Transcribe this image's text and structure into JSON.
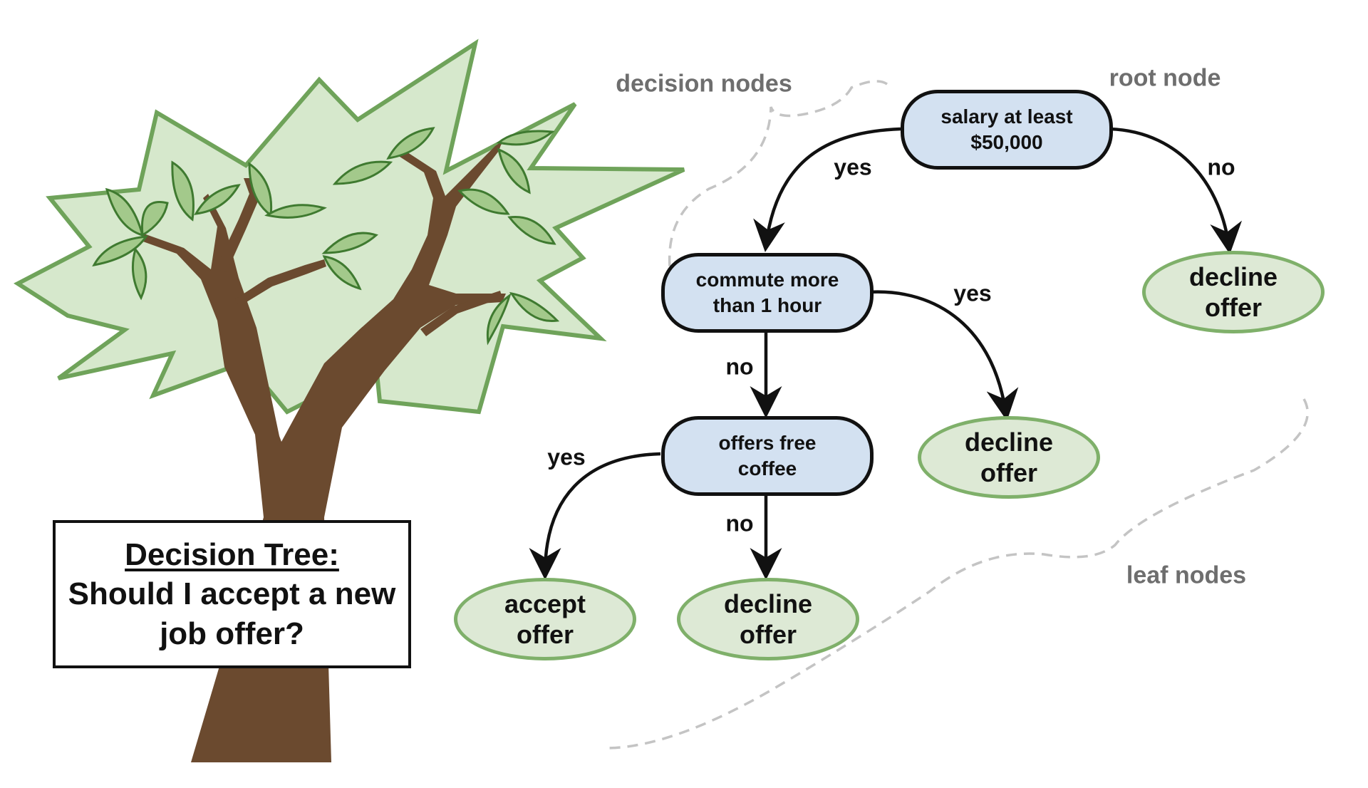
{
  "title_box": {
    "heading": "Decision Tree:",
    "question": "Should I accept a new job offer?"
  },
  "annotations": {
    "decision_nodes": "decision nodes",
    "root_node": "root node",
    "leaf_nodes": "leaf nodes"
  },
  "nodes": {
    "root": "salary at least\n$50,000",
    "commute": "commute more\nthan 1 hour",
    "coffee": "offers free\ncoffee",
    "leaf_root_no": "decline\noffer",
    "leaf_commute_yes": "decline\noffer",
    "leaf_coffee_yes": "accept\noffer",
    "leaf_coffee_no": "decline\noffer"
  },
  "edges": {
    "root_yes": "yes",
    "root_no": "no",
    "commute_yes": "yes",
    "commute_no": "no",
    "coffee_yes": "yes",
    "coffee_no": "no"
  },
  "colors": {
    "decision_fill": "#d3e1f1",
    "leaf_fill": "#dde9d5",
    "leaf_border": "#7fb06a",
    "canopy_fill": "#d6e8cc",
    "canopy_stroke": "#6fa35a",
    "trunk": "#6b4a2f",
    "annotation_gray": "#6e6e6e"
  }
}
